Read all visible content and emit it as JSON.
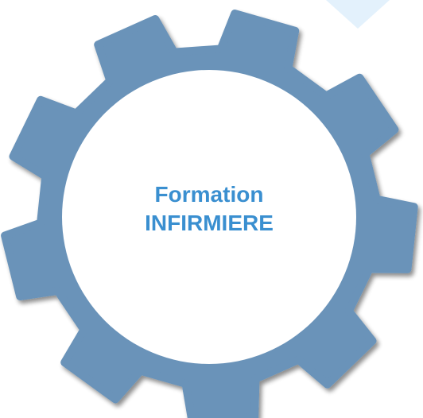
{
  "gear": {
    "label_line1": "Formation",
    "label_line2": "INFIRMIERE",
    "tooth_count": 9,
    "gear_color": "#6a93b9",
    "hub_color": "#ffffff",
    "text_color": "#3a8fd0",
    "shadow_color": "#9aa7b2"
  },
  "decoration": {
    "corner_shape_color": "#e3f1fc"
  }
}
